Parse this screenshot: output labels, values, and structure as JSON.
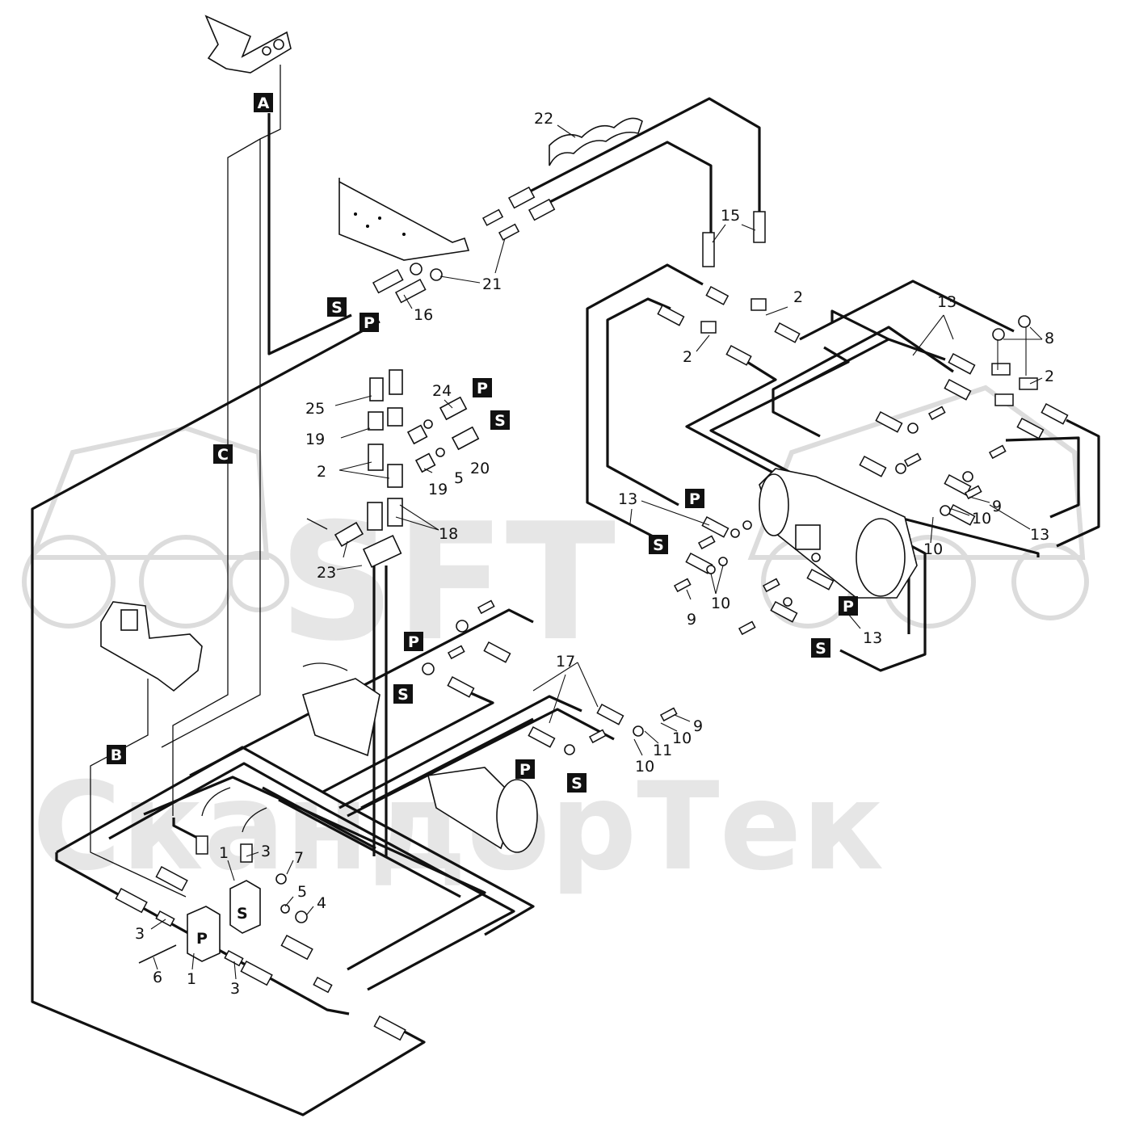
{
  "watermark": {
    "logo_text": "SFT",
    "company_text": "СкандорТек"
  },
  "connection_labels": [
    {
      "id": "A",
      "text": "A"
    },
    {
      "id": "B",
      "text": "B"
    },
    {
      "id": "C",
      "text": "C"
    },
    {
      "id": "S1",
      "text": "S"
    },
    {
      "id": "P1",
      "text": "P"
    },
    {
      "id": "P2",
      "text": "P"
    },
    {
      "id": "S2",
      "text": "S"
    },
    {
      "id": "P3",
      "text": "P"
    },
    {
      "id": "S3",
      "text": "S"
    },
    {
      "id": "P4",
      "text": "P"
    },
    {
      "id": "S4",
      "text": "S"
    },
    {
      "id": "P5",
      "text": "P"
    },
    {
      "id": "S5",
      "text": "S"
    },
    {
      "id": "P6",
      "text": "P"
    },
    {
      "id": "S6",
      "text": "S"
    }
  ],
  "block_markings": {
    "block_p": "P",
    "block_s": "S"
  },
  "callouts": [
    "22",
    "15",
    "21",
    "16",
    "2",
    "2",
    "13",
    "8",
    "2",
    "25",
    "24",
    "19",
    "2",
    "19",
    "5",
    "20",
    "18",
    "23",
    "13",
    "9",
    "10",
    "9",
    "10",
    "10",
    "13",
    "13",
    "17",
    "9",
    "10",
    "11",
    "10",
    "1",
    "3",
    "7",
    "5",
    "4",
    "3",
    "6",
    "1",
    "3"
  ]
}
